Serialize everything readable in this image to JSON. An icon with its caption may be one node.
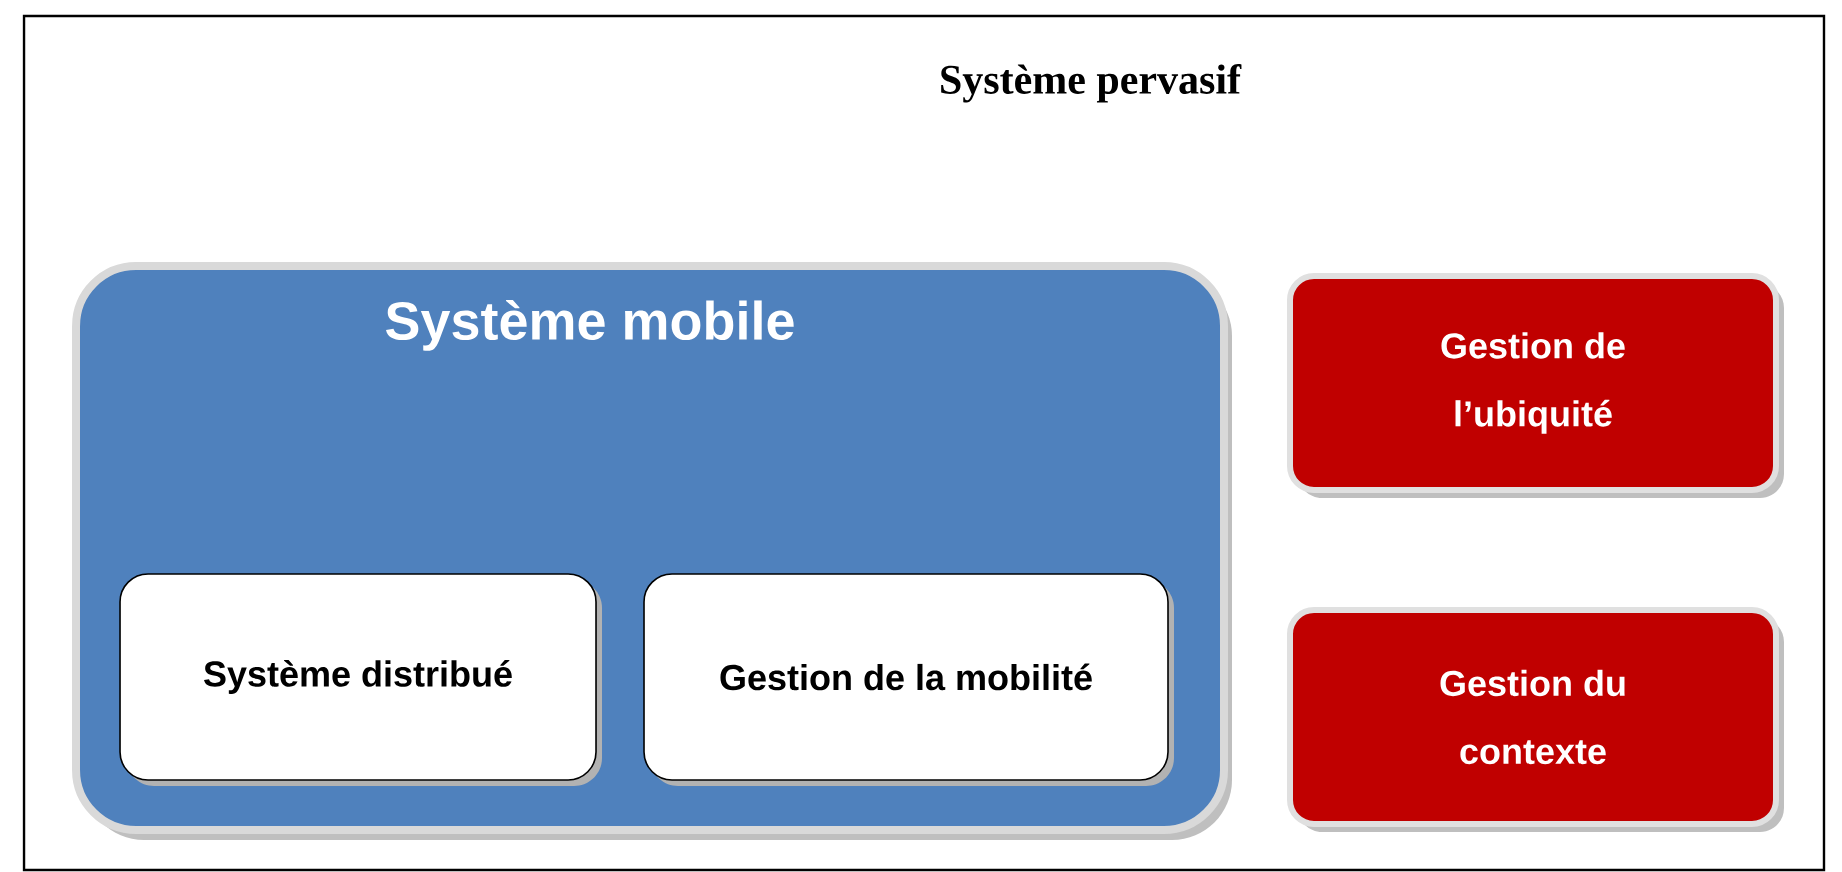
{
  "diagram": {
    "nodes": [
      {
        "text": [
          "Système pervasif"
        ]
      },
      {
        "text": [
          "Système mobile"
        ],
        "in": 0
      },
      {
        "text": [
          "Système distribué"
        ],
        "in": 1
      },
      {
        "text": [
          "Gestion de la mobilité"
        ],
        "in": 1
      },
      {
        "text": [
          "Gestion de l’ubiquité"
        ],
        "in": 0
      },
      {
        "text": [
          "Gestion du contexte"
        ],
        "in": 0
      }
    ]
  }
}
